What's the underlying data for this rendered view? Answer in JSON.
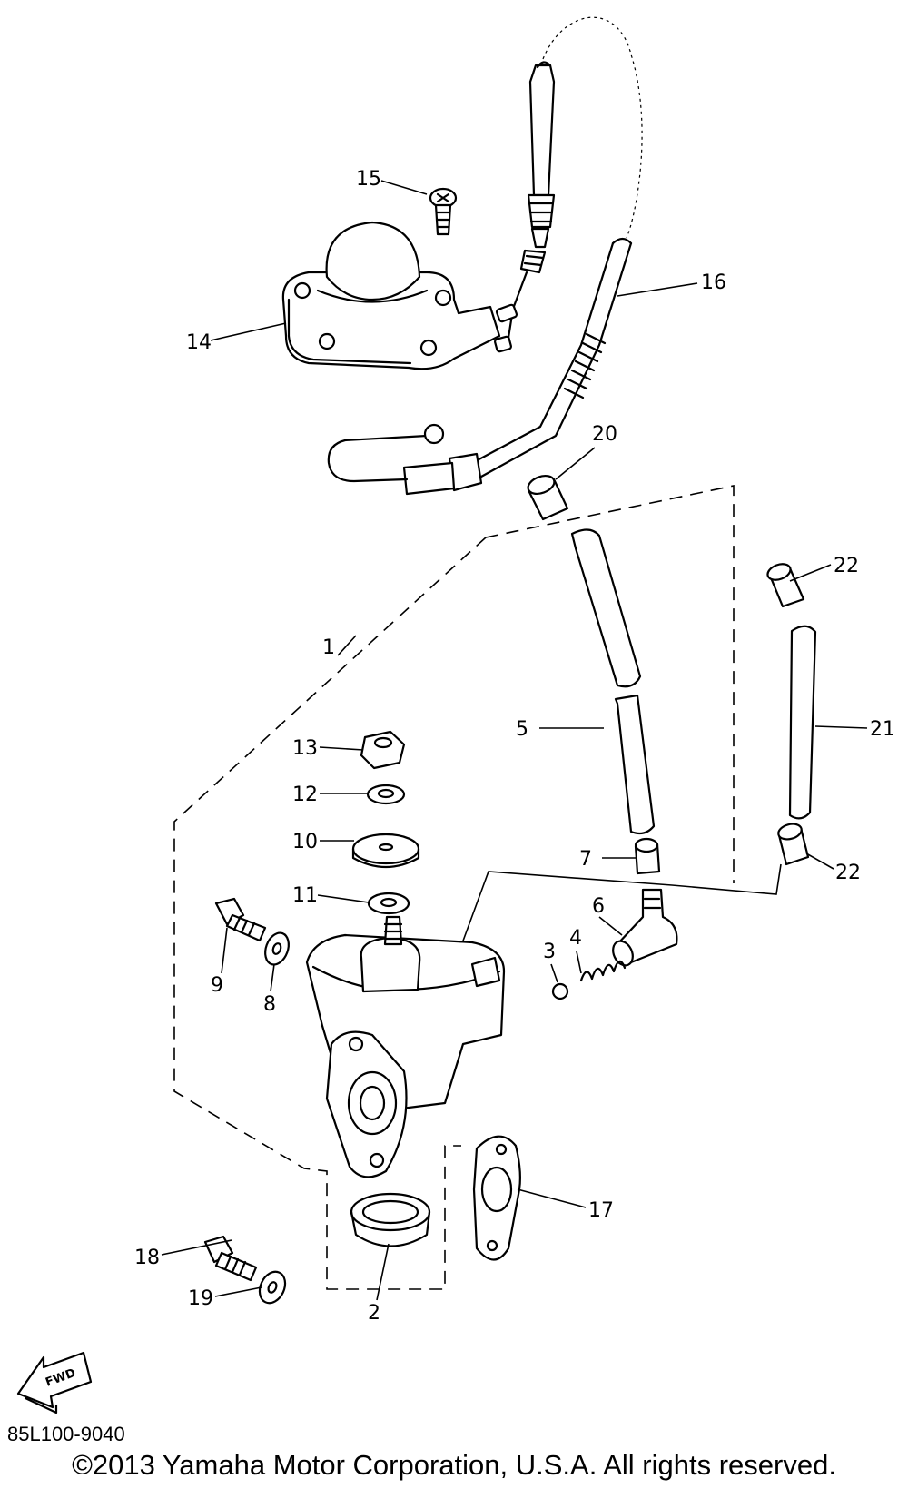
{
  "diagram": {
    "callouts": [
      "1",
      "2",
      "3",
      "4",
      "5",
      "6",
      "7",
      "8",
      "9",
      "10",
      "11",
      "12",
      "13",
      "14",
      "15",
      "16",
      "17",
      "18",
      "19",
      "20",
      "21",
      "22",
      "22"
    ],
    "direction_label": "FWD"
  },
  "caption": {
    "code": "85L100-9040",
    "copyright": "©2013 Yamaha Motor Corporation, U.S.A. All rights reserved."
  }
}
